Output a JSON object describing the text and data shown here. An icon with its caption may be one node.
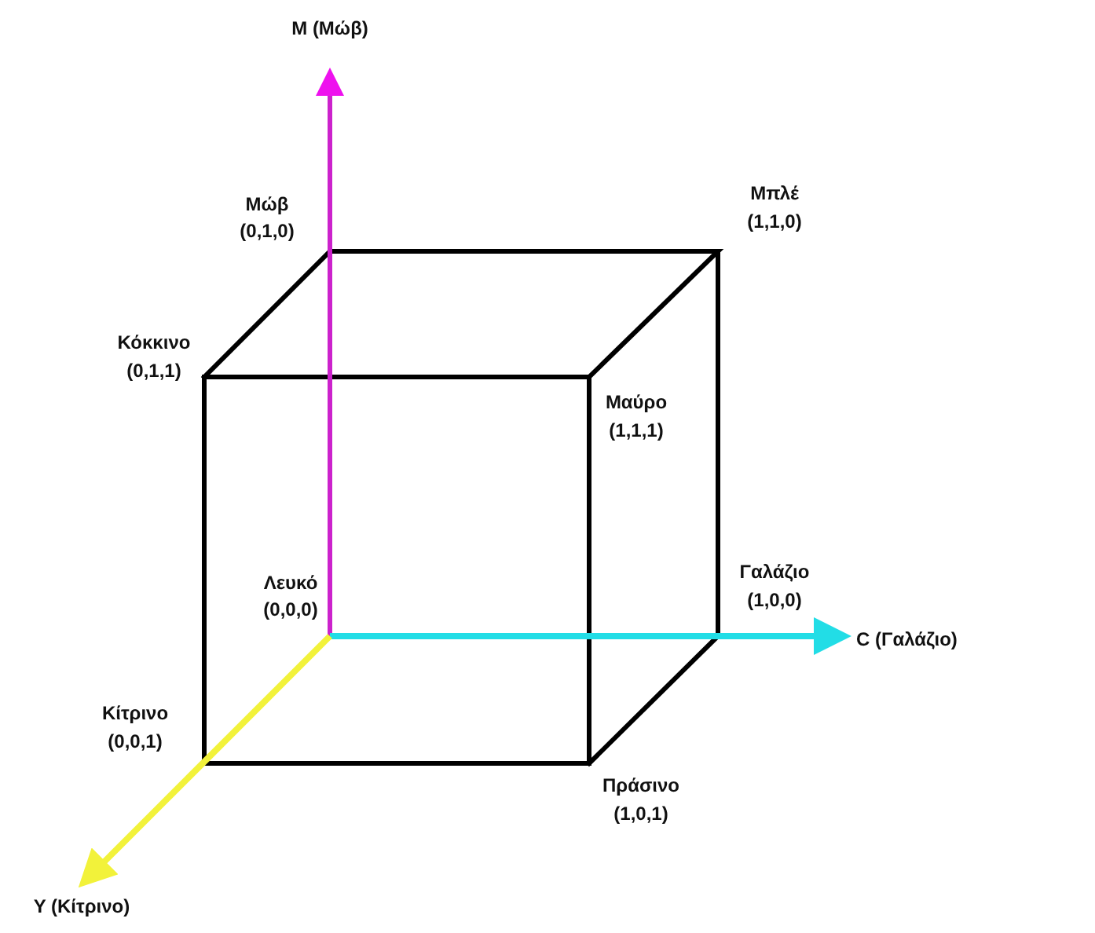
{
  "diagram": {
    "labels": [
      "M (Μώβ)",
      "Μώβ",
      "(0,1,0)",
      "Μπλέ",
      "(1,1,0)",
      "Κόκκινο",
      "(0,1,1)",
      "Μαύρο",
      "(1,1,1)",
      "Λευκό",
      "(0,0,0)",
      "Γαλάζιο",
      "(1,0,0)",
      "C (Γαλάζιο)",
      "Κίτρινο",
      "(0,0,1)",
      "Πράσινο",
      "(1,0,1)",
      "Y (Κίτρινο)"
    ]
  }
}
